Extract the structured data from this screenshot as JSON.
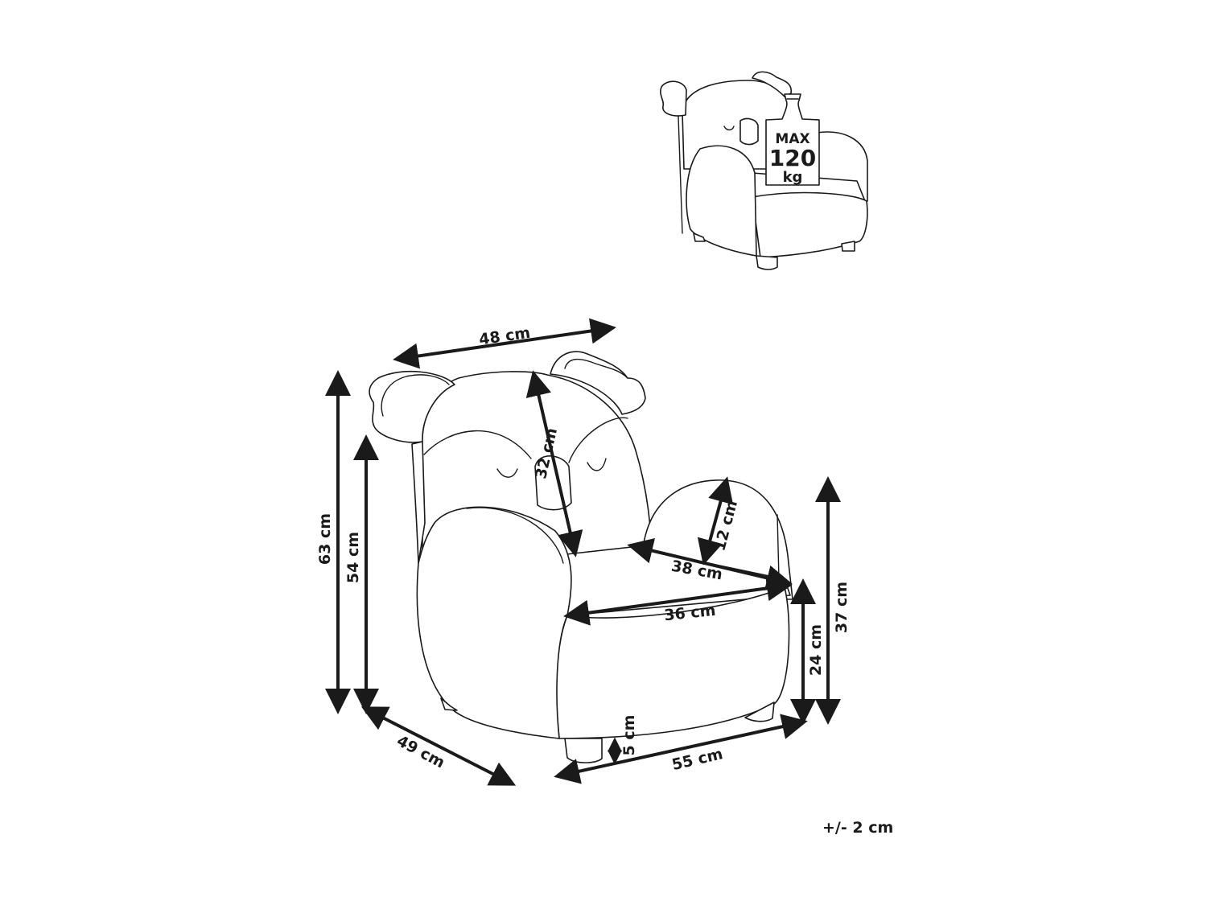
{
  "figure": {
    "type": "product-dimension-drawing",
    "subject": "koala-shaped children's armchair"
  },
  "weight_badge": {
    "line1": "MAX",
    "line2": "120",
    "line3": "kg"
  },
  "dimensions": {
    "top_width": "48 cm",
    "backrest_height": "32 cm",
    "armrest_height": "12 cm",
    "seat_depth": "38 cm",
    "seat_width": "36 cm",
    "total_height": "63 cm",
    "back_height": "54 cm",
    "armrest_total_height": "37 cm",
    "seat_height": "24 cm",
    "depth": "49 cm",
    "width": "55 cm",
    "leg_height": "5 cm"
  },
  "tolerance": "+/- 2 cm",
  "colors": {
    "line": "#1a1a1a",
    "background": "#ffffff"
  }
}
